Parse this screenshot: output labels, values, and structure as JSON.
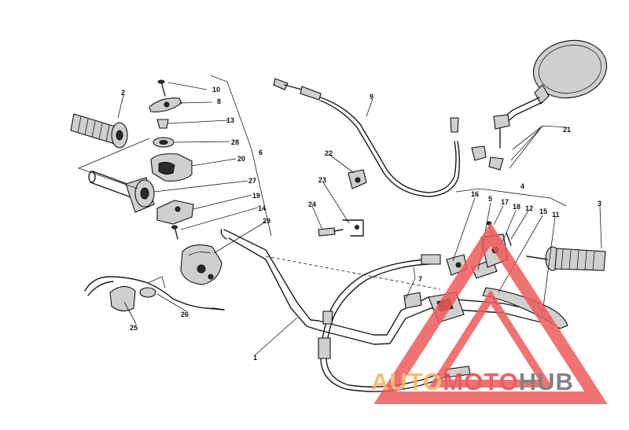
{
  "callouts": [
    "1",
    "2",
    "3",
    "4",
    "5",
    "6",
    "7",
    "8",
    "9",
    "10",
    "11",
    "12",
    "13",
    "14",
    "15",
    "16",
    "17",
    "18",
    "19",
    "20",
    "21",
    "22",
    "23",
    "24",
    "25",
    "26",
    "27",
    "28",
    "29"
  ],
  "watermark": {
    "word_a": "AUTO",
    "word_b": "MOTO",
    "word_c": "HUB",
    "color_a": "#f5b35c",
    "color_b": "#e8434a",
    "color_c": "#6e6e6e",
    "triangle_color": "#ef5a5a"
  }
}
